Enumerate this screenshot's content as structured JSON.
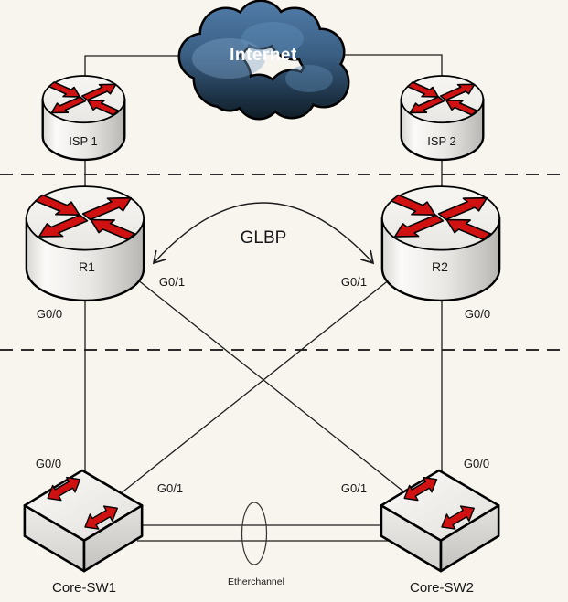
{
  "nodes": {
    "internet": {
      "label": "Internet",
      "type": "cloud"
    },
    "isp1": {
      "label": "ISP 1",
      "type": "router"
    },
    "isp2": {
      "label": "ISP 2",
      "type": "router"
    },
    "r1": {
      "label": "R1",
      "type": "router"
    },
    "r2": {
      "label": "R2",
      "type": "router"
    },
    "core_sw1": {
      "label": "Core-SW1",
      "type": "switch"
    },
    "core_sw2": {
      "label": "Core-SW2",
      "type": "switch"
    }
  },
  "annotations": {
    "glbp": "GLBP",
    "etherchannel": "Etherchannel"
  },
  "interface_labels": {
    "r1_g00": "G0/0",
    "r1_g01": "G0/1",
    "r2_g00": "G0/0",
    "r2_g01": "G0/1",
    "sw1_g00": "G0/0",
    "sw1_g01": "G0/1",
    "sw2_g00": "G0/0",
    "sw2_g01": "G0/1"
  },
  "colors": {
    "background": "#f8f5ee",
    "arrow_red": "#d01111",
    "cloud_blue": "#3d6489",
    "device_gray": "#e5e3df",
    "line": "#1c1c1c"
  }
}
